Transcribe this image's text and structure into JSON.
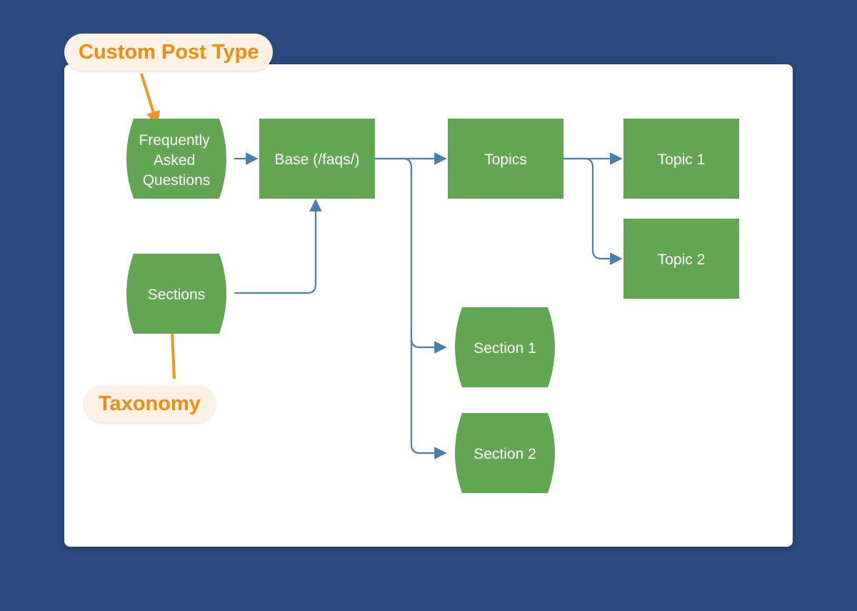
{
  "callouts": {
    "custom_post_type": "Custom Post Type",
    "taxonomy": "Taxonomy"
  },
  "nodes": {
    "faq": {
      "lines": [
        "Frequently",
        "Asked",
        "Questions"
      ]
    },
    "base": {
      "label": "Base (/faqs/)"
    },
    "sections": {
      "label": "Sections"
    },
    "topics": {
      "label": "Topics"
    },
    "topic1": {
      "label": "Topic 1"
    },
    "topic2": {
      "label": "Topic 2"
    },
    "section1": {
      "label": "Section 1"
    },
    "section2": {
      "label": "Section 2"
    }
  },
  "colors": {
    "background": "#2c4a80",
    "node_fill": "#62a552",
    "connector": "#4a7fab",
    "callout_text": "#f58a0c",
    "callout_bg": "#fdf1e6"
  }
}
